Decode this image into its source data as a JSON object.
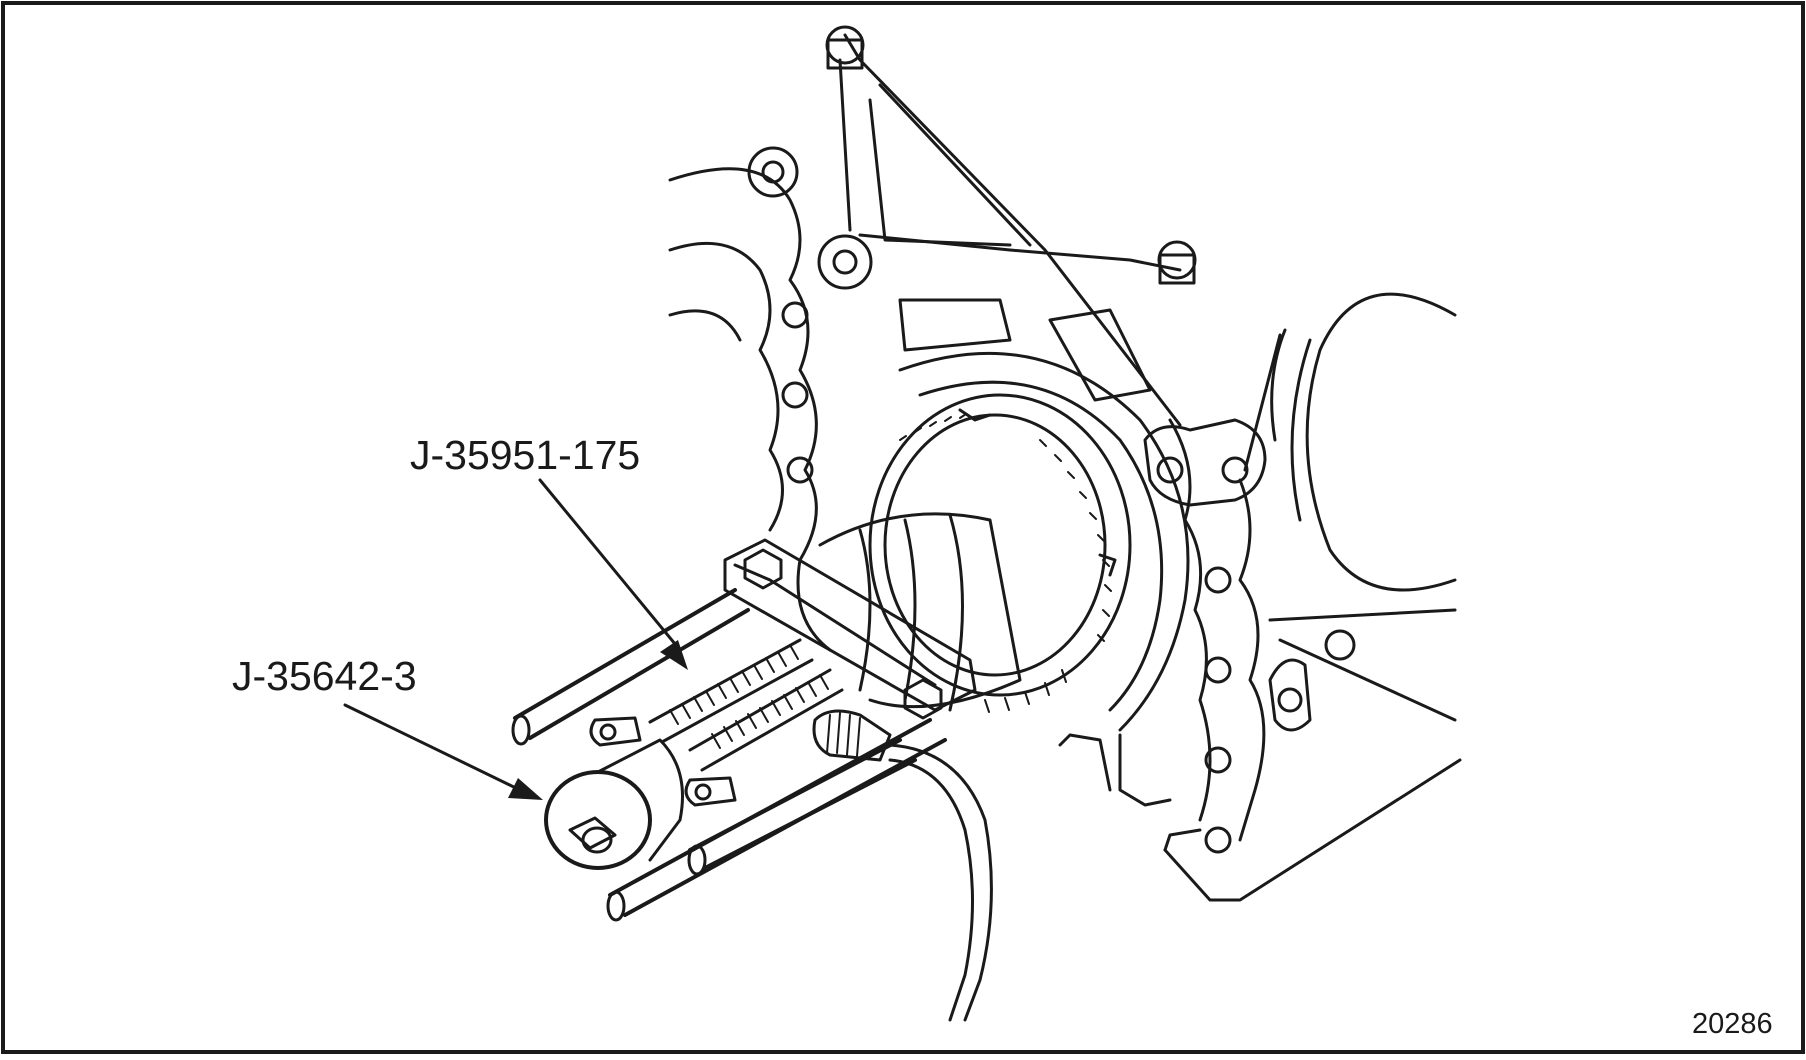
{
  "figure": {
    "callouts": [
      {
        "id": "tool-1",
        "text": "J-35951-175"
      },
      {
        "id": "tool-2",
        "text": "J-35642-3"
      }
    ],
    "figure_number": "20286"
  },
  "colors": {
    "line": "#1a1a1a",
    "background": "#ffffff"
  }
}
